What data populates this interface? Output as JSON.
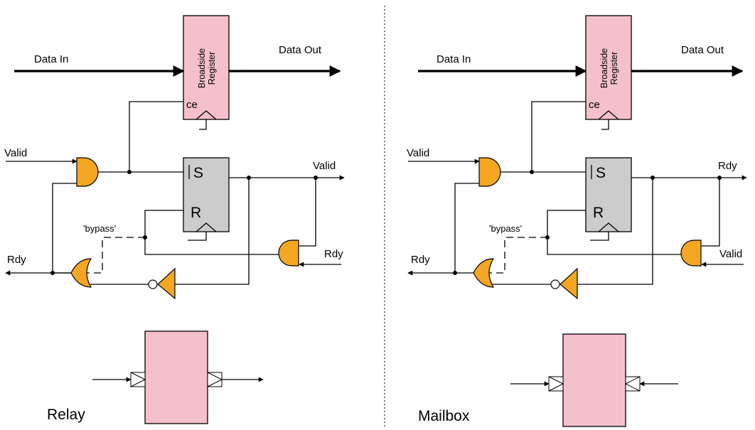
{
  "divider": "dotted-vertical",
  "colors": {
    "register": "#f5c0cc",
    "gate": "#f5a623",
    "flipflop": "#cccccc"
  },
  "relay": {
    "data_in": "Data In",
    "data_out": "Data Out",
    "register_line1": "Broadside",
    "register_line2": "Register",
    "ce": "ce",
    "valid_in": "Valid",
    "set": "S",
    "reset": "R",
    "valid_out": "Valid",
    "bypass": "'bypass'",
    "rdy_right": "Rdy",
    "rdy_left": "Rdy",
    "caption": "Relay"
  },
  "mailbox": {
    "data_in": "Data In",
    "data_out": "Data Out",
    "register_line1": "Broadside",
    "register_line2": "Register",
    "ce": "ce",
    "valid_in": "Valid",
    "set": "S",
    "reset": "R",
    "rdy_out": "Rdy",
    "bypass": "'bypass'",
    "valid_right": "Valid",
    "rdy_left": "Rdy",
    "caption": "Mailbox"
  }
}
